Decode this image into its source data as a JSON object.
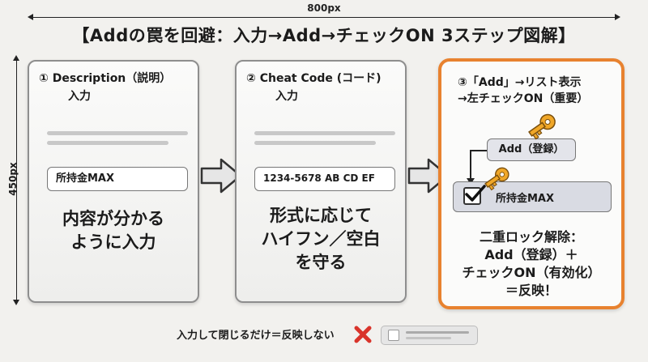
{
  "dimensions": {
    "width_label": "800px",
    "height_label": "450px"
  },
  "title": "【Addの罠を回避：入力→Add→チェックON 3ステップ図解】",
  "steps": [
    {
      "head": "① Description（説明）",
      "sub": "入力",
      "field": "所持金MAX",
      "message": [
        "内容が分かる",
        "ように入力"
      ]
    },
    {
      "head": "② Cheat Code (コード)",
      "sub": "入力",
      "field": "1234-5678 AB CD EF",
      "message": [
        "形式に応じて",
        "ハイフン／空白",
        "を守る"
      ]
    },
    {
      "head_lines": [
        "③「Add」→リスト表示",
        "→左チェックON（重要）"
      ],
      "add_button": "Add（登録）",
      "list_item": "所持金MAX",
      "message": [
        "二重ロック解除：",
        "Add（登録）＋",
        "チェックON（有効化）",
        "＝反映！"
      ]
    }
  ],
  "footer": {
    "warning": "入力して閉じるだけ＝反映しない"
  },
  "colors": {
    "highlight": "#e8822f",
    "key": "#f0a728",
    "cross": "#d9342b"
  },
  "icons": [
    "key-icon",
    "checkmark-icon",
    "cross-icon",
    "right-arrow-icon"
  ]
}
